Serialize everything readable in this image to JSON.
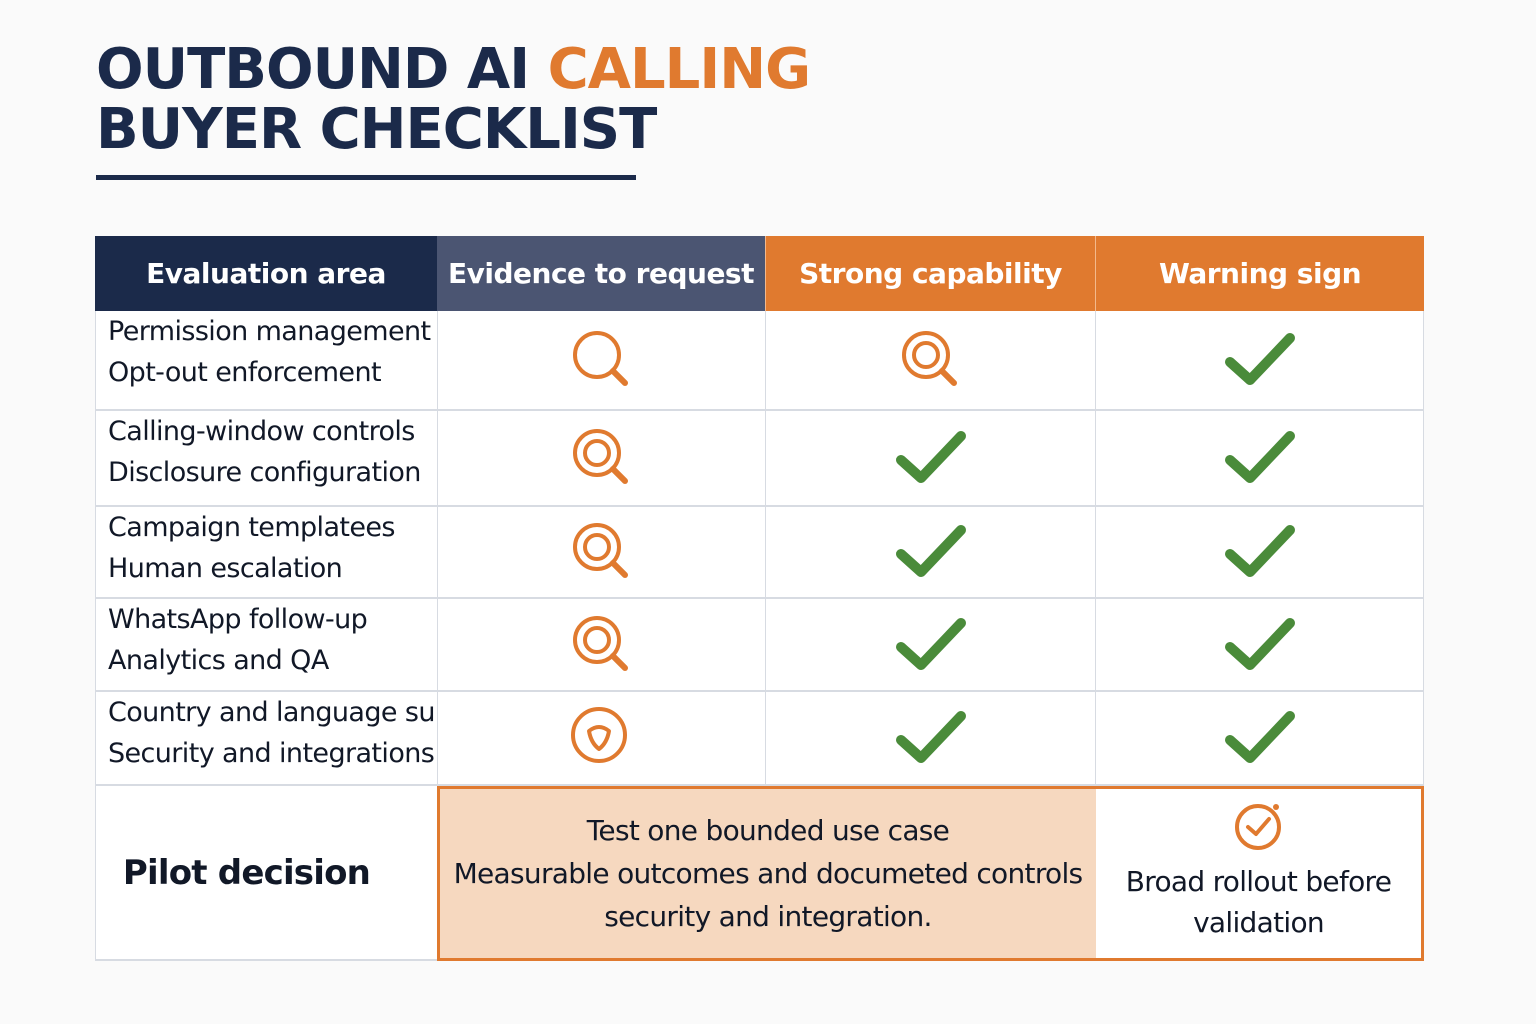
{
  "title": {
    "line1_main": "OUTBOUND AI ",
    "line1_accent": "CALLING",
    "line2": "BUYER CHECKLIST"
  },
  "colors": {
    "navy": "#1b2a4a",
    "slate": "#4b5572",
    "orange": "#e07a2f",
    "green": "#4a8b3a",
    "peach": "#f6d8bf"
  },
  "headers": [
    "Evaluation area",
    "Evidence to request",
    "Strong capability",
    "Warning sign"
  ],
  "rows": [
    {
      "area": [
        "Permission management",
        "Opt-out enforcement"
      ],
      "evidence": "magnifier-icon",
      "strong": "target-magnifier-icon",
      "warning": "check-icon"
    },
    {
      "area": [
        "Calling-window controls",
        "Disclosure configuration"
      ],
      "evidence": "target-magnifier-icon",
      "strong": "check-icon",
      "warning": "check-icon"
    },
    {
      "area": [
        "Campaign templatees",
        "Human escalation"
      ],
      "evidence": "target-magnifier-icon",
      "strong": "check-icon",
      "warning": "check-icon"
    },
    {
      "area": [
        "WhatsApp follow-up",
        "Analytics and QA"
      ],
      "evidence": "target-magnifier-icon",
      "strong": "check-icon",
      "warning": "check-icon"
    },
    {
      "area": [
        "Country and language support",
        "Security and integrations"
      ],
      "evidence": "shield-circle-icon",
      "strong": "check-icon",
      "warning": "check-icon"
    }
  ],
  "pilot": {
    "label": "Pilot decision",
    "strong_lines": [
      "Test one bounded use case",
      "Measurable outcomes and documeted controls",
      "security and integration."
    ],
    "warning_icon": "circle-check-icon",
    "warning_lines": [
      "Broad rollout before",
      "validation"
    ]
  }
}
